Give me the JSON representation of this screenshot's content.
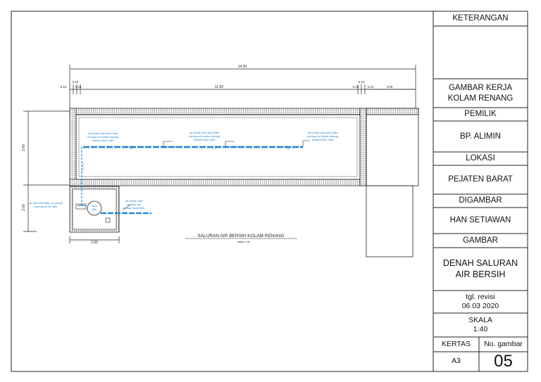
{
  "drawing": {
    "title": "SALURAN AIR BERSIH KOLAM RENANG",
    "scale_note": "skala 1:40",
    "dimensions": {
      "overall_length": "14.30",
      "inner_length": "11.50",
      "left_a": "0.10",
      "left_b": "0.10",
      "left_c": "0.10",
      "right_a": "0.10",
      "right_b": "0.10",
      "right_c": "0.10",
      "right_ext": "2.00",
      "pool_width": "3.00",
      "filter_height": "2.00",
      "filter_width": "2.00"
    },
    "annotations": {
      "note_left": [
        "air bersih dari sand filter",
        "menuju ke kolam renang",
        "melalui floor inlet"
      ],
      "note_mid": [
        "air bersih dari sand filter",
        "menuju ke kolam renang",
        "melalui floor inlet"
      ],
      "note_right": [
        "air bersih dari sand filter",
        "menuju ke kolam renang",
        "melalui floor inlet"
      ],
      "floor_inlet_1": "floor inlet",
      "floor_inlet_2": "floor inlet",
      "floor_inlet_3": "floor inlet",
      "filter_note": [
        "air dari sand filter di pompa",
        "menuju ke air inlet"
      ],
      "source_note": [
        "air bersih dari",
        "sumber air",
        "menuju sand filter"
      ],
      "sand_filter": [
        "sand",
        "filter"
      ]
    },
    "colors": {
      "pipe": "#1a7fd6",
      "line": "#222222"
    }
  },
  "title_block": {
    "keterangan_header": "KETERANGAN",
    "gambar_kerja": [
      "GAMBAR KERJA",
      "KOLAM RENANG"
    ],
    "pemilik_label": "PEMILIK",
    "pemilik_value": "BP. ALIMIN",
    "lokasi_label": "LOKASI",
    "lokasi_value": "PEJATEN BARAT",
    "digambar_label": "DIGAMBAR",
    "digambar_value": "HAN SETIAWAN",
    "gambar_label": "GAMBAR",
    "gambar_value": [
      "DENAH SALURAN",
      "AIR BERSIH"
    ],
    "revisi_label": "tgl. revisi",
    "revisi_value": "06 03 2020",
    "skala_label": "SKALA",
    "skala_value": "1:40",
    "kertas_label": "KERTAS",
    "kertas_value": "A3",
    "no_gambar_label": "No. gambar",
    "no_gambar_value": "05"
  }
}
